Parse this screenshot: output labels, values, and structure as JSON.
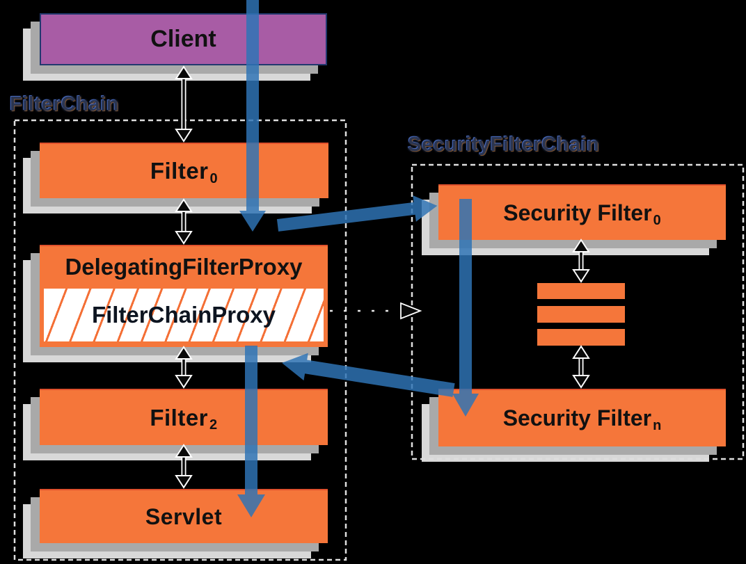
{
  "diagram": {
    "headers": {
      "filter_chain": "FilterChain",
      "security_filter_chain": "SecurityFilterChain"
    },
    "boxes": {
      "client": {
        "label": "Client"
      },
      "filter0": {
        "label": "Filter",
        "sub": "0"
      },
      "delegating_filter_proxy": {
        "label": "DelegatingFilterProxy"
      },
      "filter_chain_proxy": {
        "label": "FilterChainProxy"
      },
      "filter2": {
        "label": "Filter",
        "sub": "2"
      },
      "servlet": {
        "label": "Servlet"
      },
      "security_filter0": {
        "label": "Security Filter",
        "sub": "0"
      },
      "security_filtern": {
        "label": "Security Filter",
        "sub": "n"
      }
    },
    "colors": {
      "box_orange": "#f5763a",
      "client_purple": "#a85ca5",
      "client_border": "#22386e",
      "flow_blue": "#2e74b5",
      "shadow_gray": "#a9a9a9",
      "shadow_light": "#d8d8d8",
      "dashed_border": "#dedede",
      "background": "#000000"
    }
  }
}
